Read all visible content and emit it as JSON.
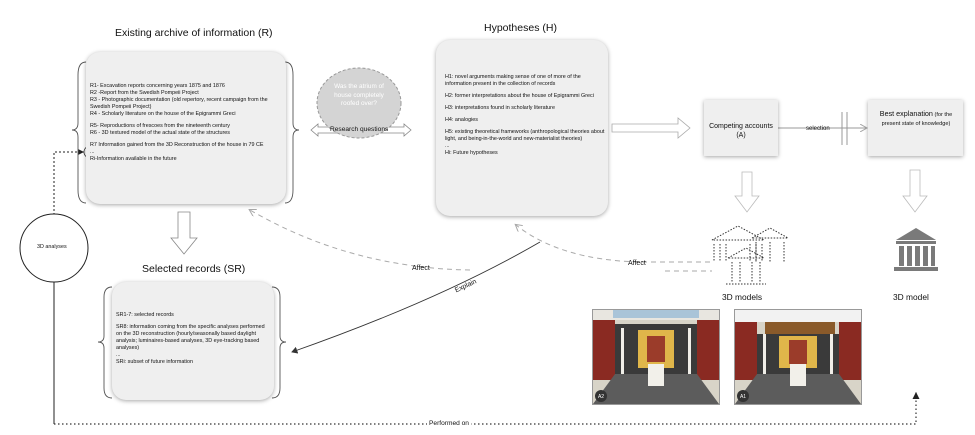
{
  "archive": {
    "title": "Existing archive of information (R)",
    "items": [
      "R1- Excavation reports concerning years 1875 and 1876",
      "R2 -Report from the Swedish Pompeii Project",
      "R3 - Photographic documentation (old repertory,  recent campaign from the Swedish Pompeii Project)",
      "R4 - Scholarly literature on the house of the Epigrammi Greci",
      "R5- Reproductions of frescoes from the nineteenth century",
      "R6 - 3D textured model of the actual state of the structures",
      "Information gained from the 3D Reconstruction of the house in 79 CE",
      "...",
      "Ri-Information available in the future"
    ],
    "r7_label": "R7"
  },
  "question_bubble": {
    "text": "Was the atrium of  house completely roofed over?",
    "label": "Research questions"
  },
  "hypotheses": {
    "title": "Hypotheses (H)",
    "items": [
      "H1: novel arguments making sense of one of more of the information present in the collection of records",
      "H2: former interpretations about the house of Epigrammi Greci",
      "H3: interpretations found in scholarly literature",
      "H4: analogies",
      "H5: existing theoretical frameworks (anthropological theories about light, and being-in-the-world and new-materialist theories)",
      "...",
      "Hi: Future hypotheses"
    ]
  },
  "competing": {
    "text": "Competing accounts (A)"
  },
  "selection": {
    "label": "selection"
  },
  "best": {
    "text_bold": "Best explanation",
    "text_rest": " (for the present state of knowledge)"
  },
  "selected_records": {
    "title": "Selected records (SR)",
    "items": [
      "SR1-7:  selected records",
      "SR8: information coming from the specific analyses performed on the 3D reconstruction (hourly/seasonally based daylight analysis; luminaires-based analyses, 3D eye-tracking based analyses)",
      "...",
      "SRi: subset of future information"
    ]
  },
  "labels": {
    "analyses": "3D analyses",
    "affect1": "Affect",
    "affect2": "Affect",
    "explain": "Explain",
    "models": "3D models",
    "model": "3D model",
    "performed": "Performed on"
  },
  "photos": {
    "left_badge": "A2",
    "right_badge": "A1"
  },
  "colors": {
    "box": "#efefef",
    "arrow_gray": "#a8a8a8",
    "dark": "#222222"
  }
}
